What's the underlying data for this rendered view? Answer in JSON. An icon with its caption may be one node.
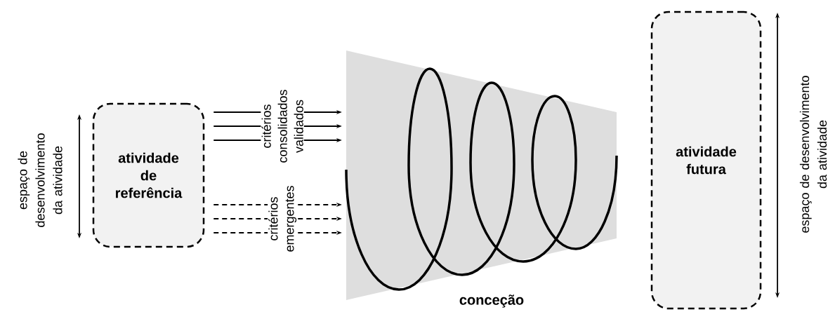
{
  "diagram": {
    "nodes": [
      {
        "text": [
          "atividade de referência"
        ]
      },
      {
        "text": [
          "conceção"
        ]
      },
      {
        "text": [
          "atividade futura"
        ]
      }
    ],
    "edges": [
      {
        "from": 0,
        "to": 1,
        "arrow": "to"
      },
      {
        "from": 0,
        "to": 1,
        "arrow": "to",
        "label": "critérios consolidados validados"
      },
      {
        "from": 0,
        "to": 1,
        "arrow": "to"
      },
      {
        "from": 0,
        "to": 1,
        "arrow": "to",
        "style": "dashed"
      },
      {
        "from": 0,
        "to": 1,
        "arrow": "to",
        "style": "dashed",
        "label": "critérios emergentes"
      },
      {
        "from": 0,
        "to": 1,
        "arrow": "to",
        "style": "dashed"
      }
    ],
    "labels": [
      "espaço de desenvolvimento da atividade",
      "espaço de desenvolvimento da atividade"
    ]
  }
}
